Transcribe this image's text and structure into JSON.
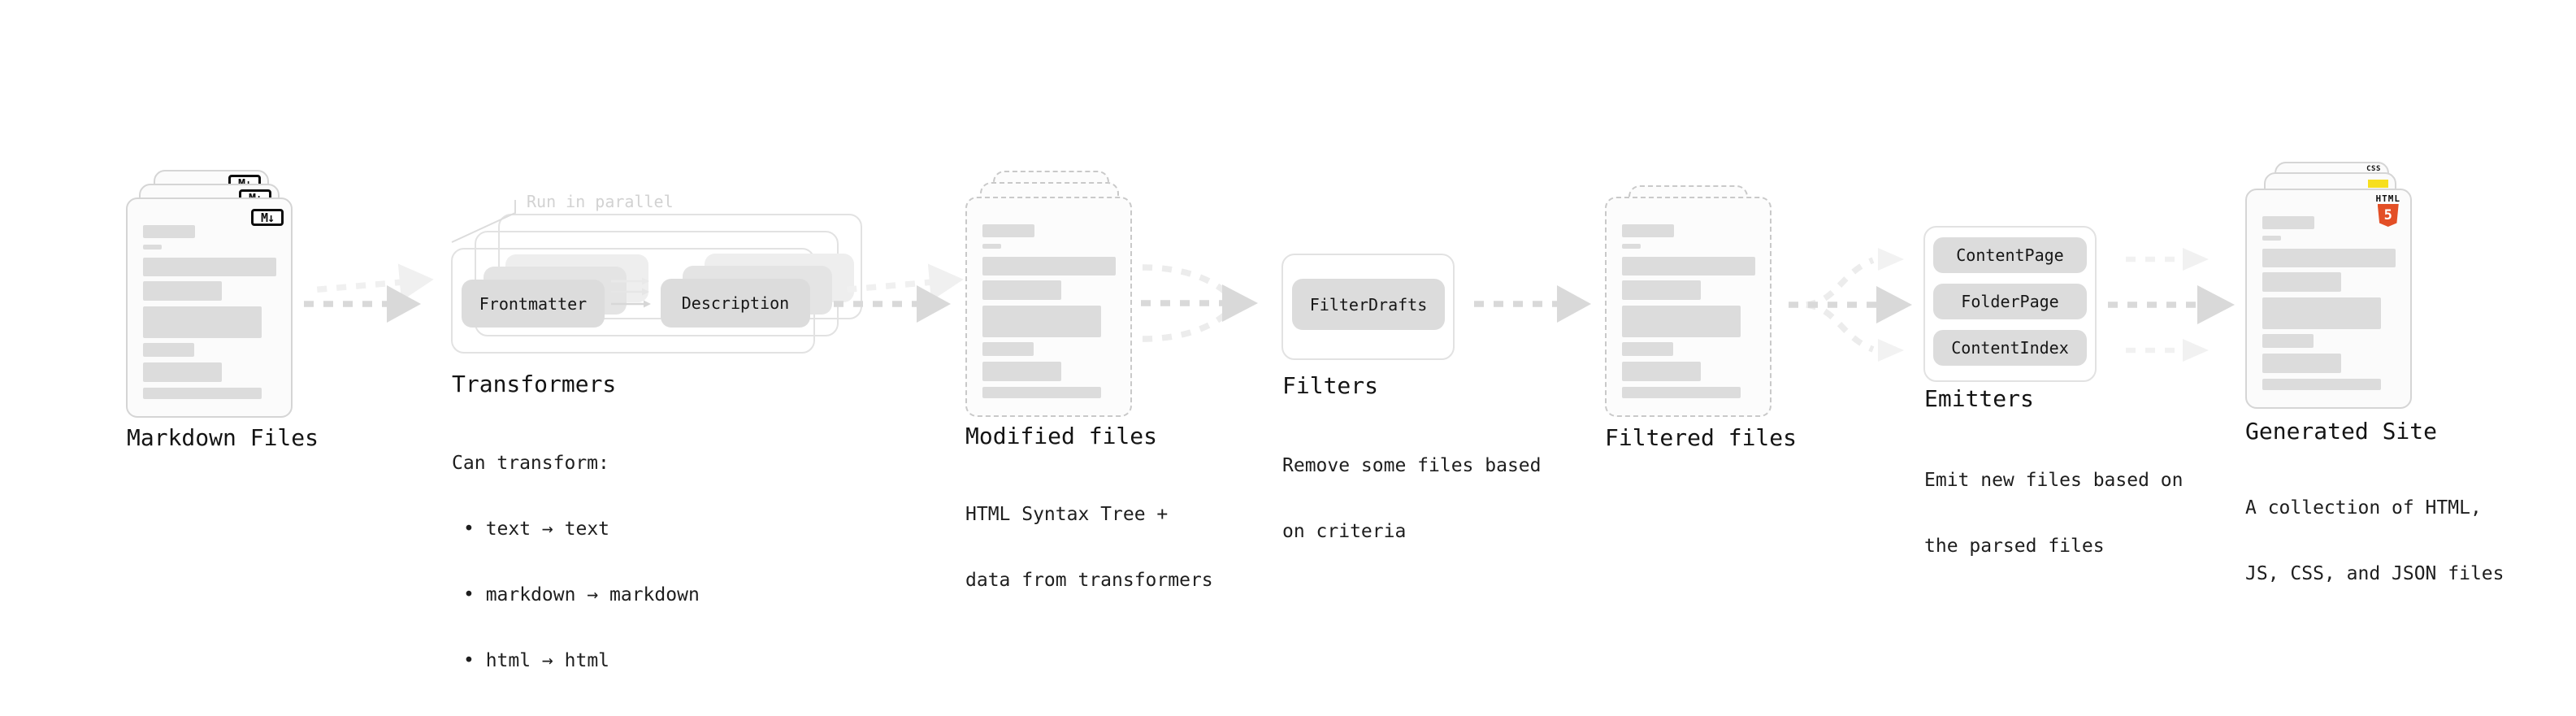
{
  "stages": {
    "markdown": {
      "title": "Markdown Files",
      "badge": "M↓"
    },
    "transformers": {
      "title": "Transformers",
      "annotation": "Run in parallel",
      "node_left": "Frontmatter",
      "node_right": "Description",
      "desc": "Can transform:",
      "bullets": [
        "• text → text",
        "• markdown → markdown",
        "• html → html"
      ]
    },
    "modified": {
      "title": "Modified files",
      "desc_lines": [
        "HTML Syntax Tree +",
        "data from transformers"
      ]
    },
    "filters": {
      "title": "Filters",
      "node": "FilterDrafts",
      "desc_lines": [
        "Remove some files based",
        "on criteria"
      ]
    },
    "filtered": {
      "title": "Filtered files"
    },
    "emitters": {
      "title": "Emitters",
      "nodes": [
        "ContentPage",
        "FolderPage",
        "ContentIndex"
      ],
      "desc_lines": [
        "Emit new files based on",
        "the parsed files"
      ]
    },
    "generated": {
      "title": "Generated Site",
      "badges": {
        "css": "CSS",
        "js": "JS",
        "html_label": "HTML",
        "html_number": "5"
      },
      "desc_lines": [
        "A collection of HTML,",
        "JS, CSS, and JSON files"
      ]
    }
  },
  "colors": {
    "html5_orange": "#e34f26",
    "js_yellow": "#f7df1e",
    "css_blue": "#2965f1",
    "arrow_dark": "#d9d9d9",
    "arrow_light": "#efefef"
  }
}
